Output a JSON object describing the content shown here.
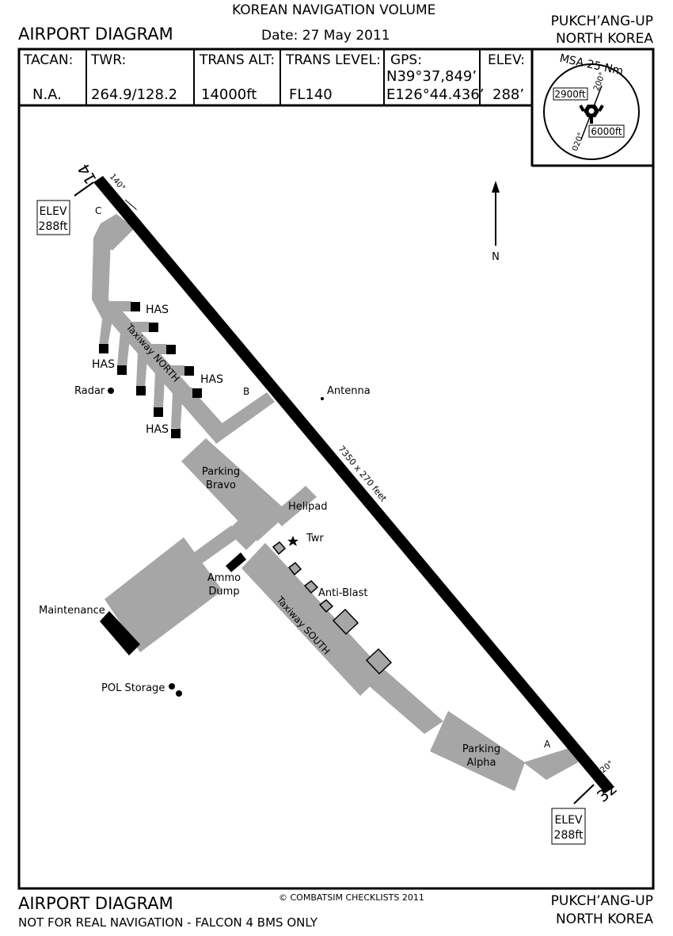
{
  "header": {
    "volume": "KOREAN NAVIGATION VOLUME",
    "title": "AIRPORT DIAGRAM",
    "date": "Date: 27 May 2011",
    "airport_line1": "PUKCH’ANG-UP",
    "airport_line2": "NORTH KOREA"
  },
  "info": {
    "tacan_label": "TACAN:",
    "tacan_value": "N.A.",
    "twr_label": "TWR:",
    "twr_value": "264.9/128.2",
    "trans_alt_label": "TRANS ALT:",
    "trans_alt_value": "14000ft",
    "trans_level_label": "TRANS LEVEL:",
    "trans_level_value": "FL140",
    "gps_label": "GPS:",
    "gps_lat": "N39°37,849’",
    "gps_lon": "E126°44.436’",
    "elev_label": "ELEV:",
    "elev_value": "288’"
  },
  "msa": {
    "title": "MSA 25 Nm",
    "sector_low": "2900ft",
    "sector_high": "6000ft",
    "bearing_200": "200°",
    "bearing_020": "020°"
  },
  "diagram": {
    "runway_start": "14",
    "runway_end": "32",
    "heading_start": "140°",
    "heading_end": "320°",
    "runway_dims": "7350 x 270 feet",
    "elev_nw_line1": "ELEV",
    "elev_nw_line2": "288ft",
    "elev_se_line1": "ELEV",
    "elev_se_line2": "288ft",
    "north": "N",
    "label_c": "C",
    "label_b": "B",
    "label_a": "A",
    "has1": "HAS",
    "has2": "HAS",
    "has3": "HAS",
    "has4": "HAS",
    "radar": "Radar",
    "antenna": "Antenna",
    "taxiway_north": "Taxiway NORTH",
    "parking_bravo_1": "Parking",
    "parking_bravo_2": "Bravo",
    "helipad": "Helipad",
    "twr": "Twr",
    "ammo_1": "Ammo",
    "ammo_2": "Dump",
    "anti_blast": "Anti-Blast",
    "maintenance": "Maintenance",
    "taxiway_south": "Taxiway SOUTH",
    "pol": "POL Storage",
    "parking_alpha_1": "Parking",
    "parking_alpha_2": "Alpha"
  },
  "footer": {
    "copyright": "© COMBATSIM CHECKLISTS 2011",
    "title": "AIRPORT DIAGRAM",
    "disclaimer": "NOT FOR REAL NAVIGATION - FALCON 4 BMS ONLY",
    "airport_line1": "PUKCH’ANG-UP",
    "airport_line2": "NORTH KOREA"
  },
  "colors": {
    "taxiway": "#a6a6a6",
    "runway": "#000000"
  }
}
